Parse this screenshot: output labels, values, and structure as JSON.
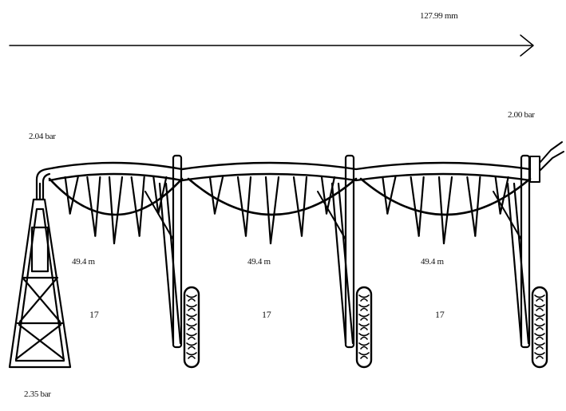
{
  "length_label": "127.99 mm",
  "pressures": {
    "left_top": "2.04 bar",
    "right_top": "2.00 bar",
    "bottom": "2.35 bar"
  },
  "spans": [
    {
      "length": "49.4 m",
      "count": "17"
    },
    {
      "length": "49.4 m",
      "count": "17"
    },
    {
      "length": "49.4 m",
      "count": "17"
    }
  ]
}
